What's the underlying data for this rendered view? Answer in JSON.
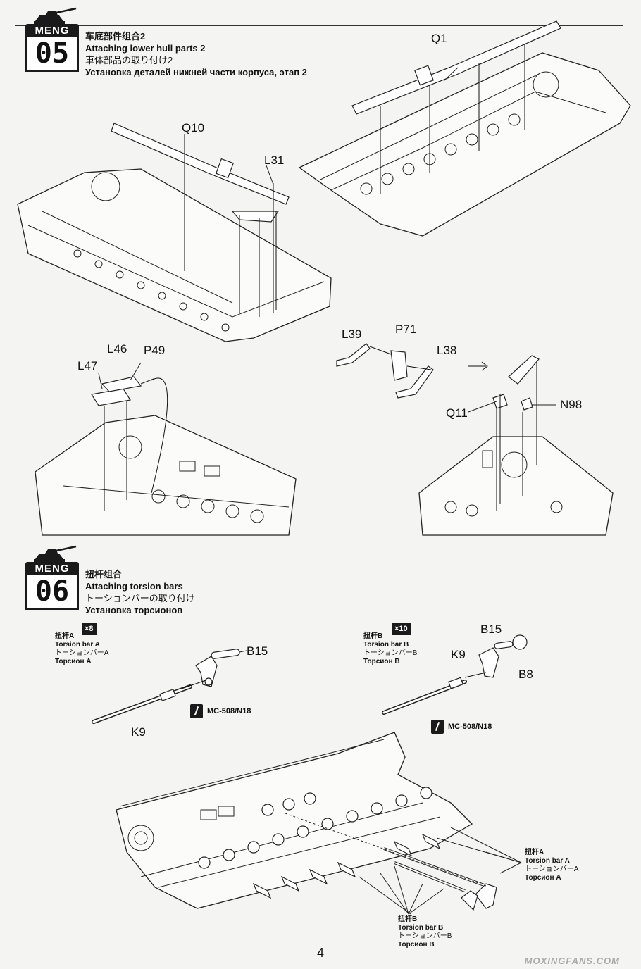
{
  "page": {
    "number": "4",
    "watermark": "MOXINGFANS.COM"
  },
  "steps": [
    {
      "brand": "MENG",
      "number": "05",
      "title_zh": "车底部件组合2",
      "title_en": "Attaching lower hull parts 2",
      "title_ja": "車体部品の取り付け2",
      "title_ru": "Установка деталей нижней части корпуса, этап 2",
      "part_labels": [
        "Q1",
        "Q10",
        "L31",
        "L39",
        "P71",
        "L38",
        "L46",
        "P49",
        "L47",
        "Q11",
        "N98"
      ]
    },
    {
      "brand": "MENG",
      "number": "06",
      "title_zh": "扭杆组合",
      "title_en": "Attaching torsion bars",
      "title_ja": "トーションバーの取り付け",
      "title_ru": "Установка торсионов",
      "part_labels": [
        "B15",
        "K9",
        "B15",
        "K9",
        "B8"
      ],
      "torsion_a": {
        "zh": "扭杆A",
        "en": "Torsion bar A",
        "ja": "トーションバーA",
        "ru": "Торсион A",
        "qty": "×8"
      },
      "torsion_b": {
        "zh": "扭杆B",
        "en": "Torsion bar B",
        "ja": "トーションバーB",
        "ru": "Торсион B",
        "qty": "×10"
      },
      "paint": "MC-508/N18"
    }
  ],
  "colors": {
    "ink": "#111111",
    "paper": "#f4f4f2"
  }
}
